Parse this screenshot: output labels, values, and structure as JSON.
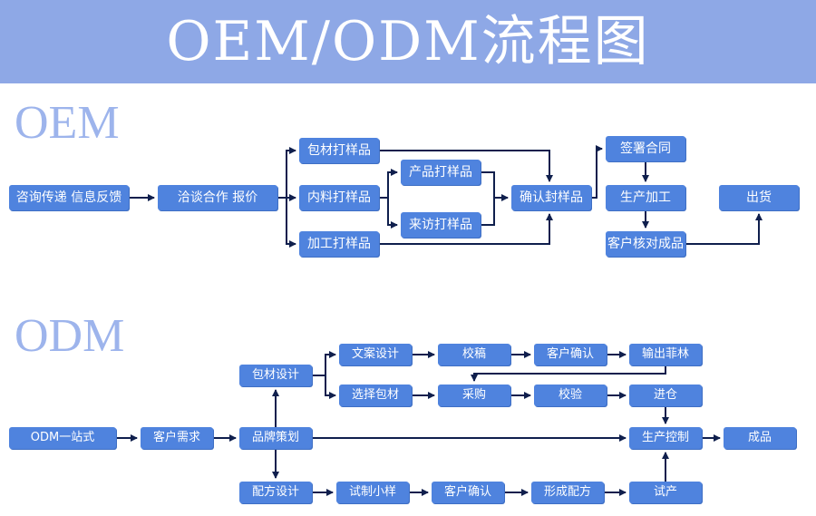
{
  "title": "OEM/ODM流程图",
  "oem": {
    "heading": "OEM",
    "nodes": {
      "consult": "咨询传递 信息反馈",
      "negotiate": "洽谈合作 报价",
      "pack_sample": "包材打样品",
      "inner_sample": "内料打样品",
      "process_sample": "加工打样品",
      "product_sample": "产品打样品",
      "visit_sample": "来访打样品",
      "confirm_seal": "确认封样品",
      "sign_contract": "签署合同",
      "production": "生产加工",
      "customer_check": "客户核对成品",
      "ship": "出货"
    }
  },
  "odm": {
    "heading": "ODM",
    "nodes": {
      "one_stop": "ODM一站式",
      "customer_needs": "客户需求",
      "brand_plan": "品牌策划",
      "pack_design": "包材设计",
      "copy_design": "文案设计",
      "proofread": "校稿",
      "customer_confirm_1": "客户确认",
      "output_film": "输出菲林",
      "select_pack": "选择包材",
      "purchase": "采购",
      "inspect": "校验",
      "warehouse": "进仓",
      "production_control": "生产控制",
      "finished": "成品",
      "formula_design": "配方设计",
      "trial_sample": "试制小样",
      "customer_confirm_2": "客户确认",
      "formula_done": "形成配方",
      "trial_production": "试产"
    }
  },
  "colors": {
    "banner": "#8ea8e6",
    "node": "#4f83de",
    "arrow": "#0f1f4d",
    "heading": "#9db4ec"
  }
}
